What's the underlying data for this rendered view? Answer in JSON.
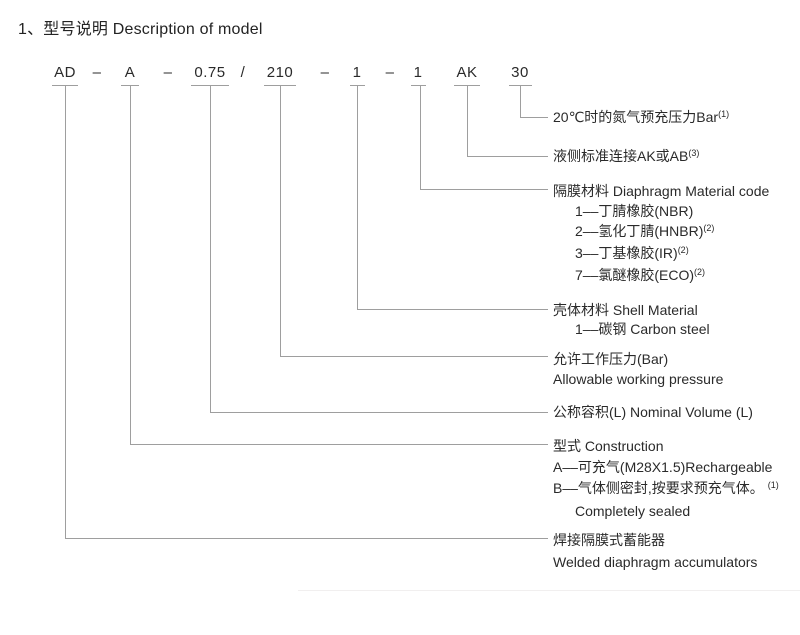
{
  "page": {
    "title": "1、型号说明 Description of model"
  },
  "model_code": {
    "full": "AD – A – 0.75 / 210 – 1 – 1 AK 30",
    "segments": [
      "AD",
      "–",
      "A",
      "–",
      "0.75",
      "/",
      "210",
      "–",
      "1",
      "–",
      "1",
      "AK",
      "30"
    ]
  },
  "callouts": {
    "gas_precharge": {
      "line1": "20℃时的氮气预充压力Bar",
      "sup1": "(1)"
    },
    "fluid_connection": {
      "line1": "液侧标准连接AK或AB",
      "sup1": "(3)"
    },
    "diaphragm_material": {
      "heading": "隔膜材料 Diaphragm Material code",
      "item1": "1––丁腈橡胶(NBR)",
      "item2": "2––氢化丁腈(HNBR)",
      "item2_sup": "(2)",
      "item3": "3––丁基橡胶(IR)",
      "item3_sup": "(2)",
      "item4": "7––氯醚橡胶(ECO)",
      "item4_sup": "(2)"
    },
    "shell_material": {
      "heading": "壳体材料 Shell Material",
      "item1": "1––碳钢 Carbon steel"
    },
    "working_pressure": {
      "line1": "允许工作压力(Bar)",
      "line2": "Allowable working pressure"
    },
    "nominal_volume": {
      "line1": "公称容积(L) Nominal Volume (L)"
    },
    "construction": {
      "heading": "型式 Construction",
      "item1": "A––可充气(M28X1.5)Rechargeable",
      "item2": "B––气体侧密封,按要求预充气体。",
      "item2_sup": "(1)",
      "item3": "Completely sealed"
    },
    "product": {
      "line1": "焊接隔膜式蓄能器",
      "line2": "Welded diaphragm accumulators"
    }
  },
  "colors": {
    "text": "#2a2a2a",
    "line": "#9e9e9e",
    "background": "#ffffff"
  }
}
